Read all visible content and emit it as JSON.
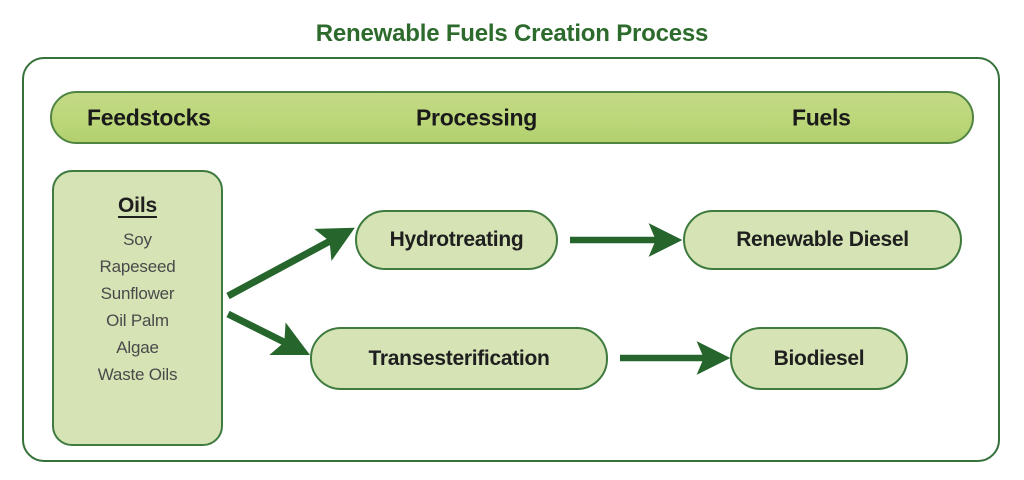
{
  "title": "Renewable Fuels Creation Process",
  "theme": {
    "title_color": "#2d6b2d",
    "frame_border": "#35713a",
    "header_bar_fill": "#bcd77a",
    "header_bar_border": "#4f8540",
    "node_fill": "#d5e3b5",
    "node_border": "#3f7a3f",
    "arrow_color": "#26652c",
    "label_color": "#1f1f1f",
    "list_text_color": "#4a4a4a"
  },
  "columns": [
    {
      "label": "Feedstocks"
    },
    {
      "label": "Processing"
    },
    {
      "label": "Fuels"
    }
  ],
  "feedstock_box": {
    "heading": "Oils",
    "items": [
      "Soy",
      "Rapeseed",
      "Sunflower",
      "Oil Palm",
      "Algae",
      "Waste Oils"
    ]
  },
  "processing_nodes": [
    {
      "label": "Hydrotreating"
    },
    {
      "label": "Transesterification"
    }
  ],
  "fuel_nodes": [
    {
      "label": "Renewable Diesel"
    },
    {
      "label": "Biodiesel"
    }
  ],
  "flows": [
    {
      "from": "Oils",
      "to": "Hydrotreating",
      "style": "diagonal-up"
    },
    {
      "from": "Oils",
      "to": "Transesterification",
      "style": "diagonal-down"
    },
    {
      "from": "Hydrotreating",
      "to": "Renewable Diesel",
      "style": "horizontal"
    },
    {
      "from": "Transesterification",
      "to": "Biodiesel",
      "style": "horizontal"
    }
  ]
}
